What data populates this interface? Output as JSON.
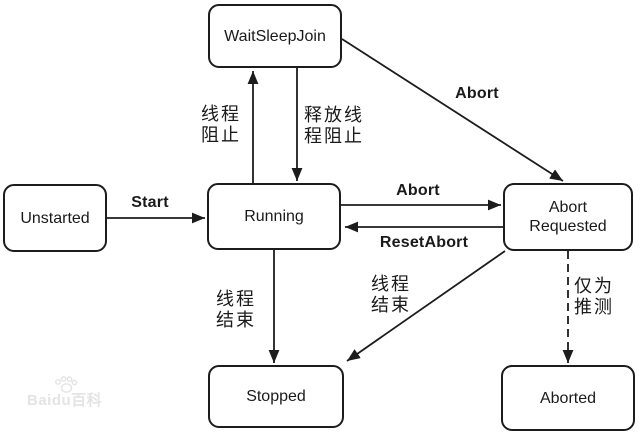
{
  "diagram": {
    "description": "Thread state transition diagram",
    "nodes": {
      "waitsleepjoin": {
        "label": "WaitSleepJoin"
      },
      "unstarted": {
        "label": "Unstarted"
      },
      "running": {
        "label": "Running"
      },
      "abort_requested": {
        "label": "Abort\nRequested"
      },
      "stopped": {
        "label": "Stopped"
      },
      "aborted": {
        "label": "Aborted"
      }
    },
    "edge_labels": {
      "start": "Start",
      "thread_block": "线程\n阻止",
      "release_thread_block": "释放线\n程阻止",
      "abort_from_waitsleepjoin": "Abort",
      "abort_from_running": "Abort",
      "reset_abort": "ResetAbort",
      "thread_end_left": "线程\n结束",
      "thread_end_mid": "线程\n结束",
      "speculation_only": "仅为\n推测"
    },
    "colors": {
      "line": "#1c1c1c",
      "node_fill": "#ffffff",
      "text": "#1a1a1a",
      "background": "#ffffff",
      "watermark": "#e4e4e4"
    }
  },
  "watermark": {
    "text": "Baidu百科"
  }
}
